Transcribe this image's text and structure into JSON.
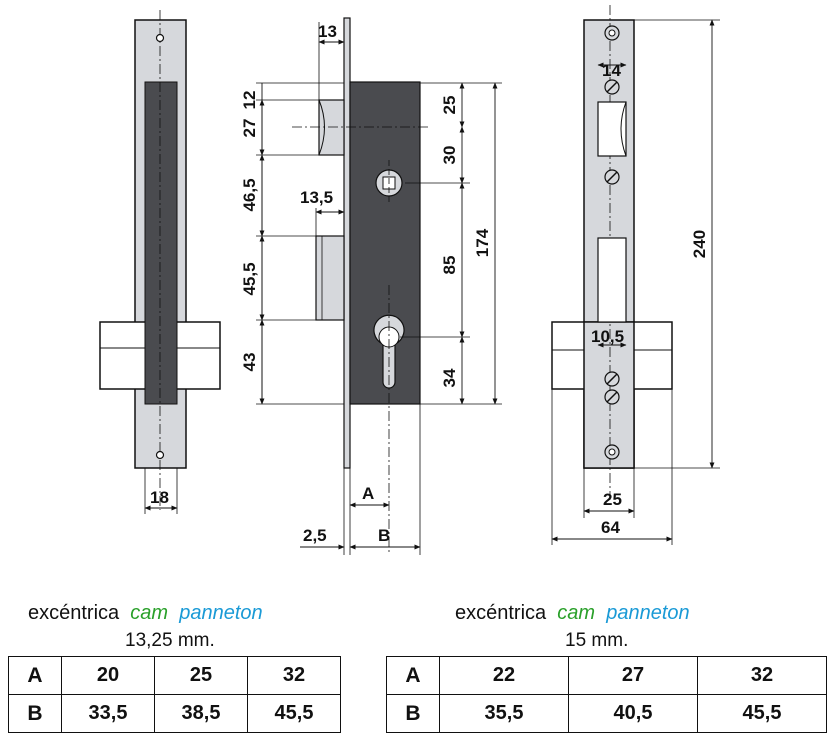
{
  "dimensions": {
    "front_plate_width": "18",
    "backset_13": "13",
    "d12": "12",
    "d27": "27",
    "d46_5": "46,5",
    "d13_5": "13,5",
    "d45_5": "45,5",
    "d43": "43",
    "d25": "25",
    "d30": "30",
    "d85": "85",
    "d34": "34",
    "d174": "174",
    "label_a": "A",
    "label_b": "B",
    "d2_5": "2,5",
    "strike_14": "14",
    "strike_10_5": "10,5",
    "strike_240": "240",
    "strike_25": "25",
    "strike_64": "64"
  },
  "tables": [
    {
      "caption_word": "excéntrica",
      "caption_cam": "cam",
      "caption_panneton": "panneton",
      "size": "13,25 mm.",
      "rows": [
        {
          "label": "A",
          "values": [
            "20",
            "25",
            "32"
          ]
        },
        {
          "label": "B",
          "values": [
            "33,5",
            "38,5",
            "45,5"
          ]
        }
      ]
    },
    {
      "caption_word": "excéntrica",
      "caption_cam": "cam",
      "caption_panneton": "panneton",
      "size": "15 mm.",
      "rows": [
        {
          "label": "A",
          "values": [
            "22",
            "27",
            "32"
          ]
        },
        {
          "label": "B",
          "values": [
            "35,5",
            "40,5",
            "45,5"
          ]
        }
      ]
    }
  ],
  "colors": {
    "plate": "#d6d8dc",
    "body": "#4a4b4f",
    "line": "#111111",
    "cam": "#2aa02a",
    "panneton": "#1a9ad6"
  }
}
